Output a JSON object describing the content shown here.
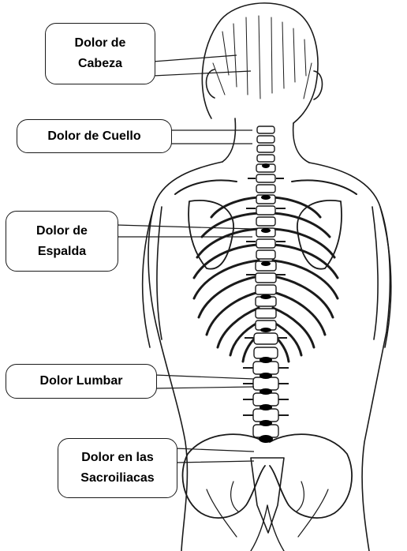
{
  "labels": {
    "head": {
      "line1": "Dolor de",
      "line2": "Cabeza"
    },
    "neck": {
      "text": "Dolor de Cuello"
    },
    "back": {
      "line1": "Dolor de",
      "line2": "Espalda"
    },
    "lumbar": {
      "text": "Dolor Lumbar"
    },
    "sacro": {
      "line1": "Dolor en las",
      "line2": "Sacroiliacas"
    }
  },
  "colors": {
    "ink": "#1a1a1a",
    "background": "#ffffff",
    "bone_fill": "#ffffff",
    "shadow": "#000000"
  }
}
